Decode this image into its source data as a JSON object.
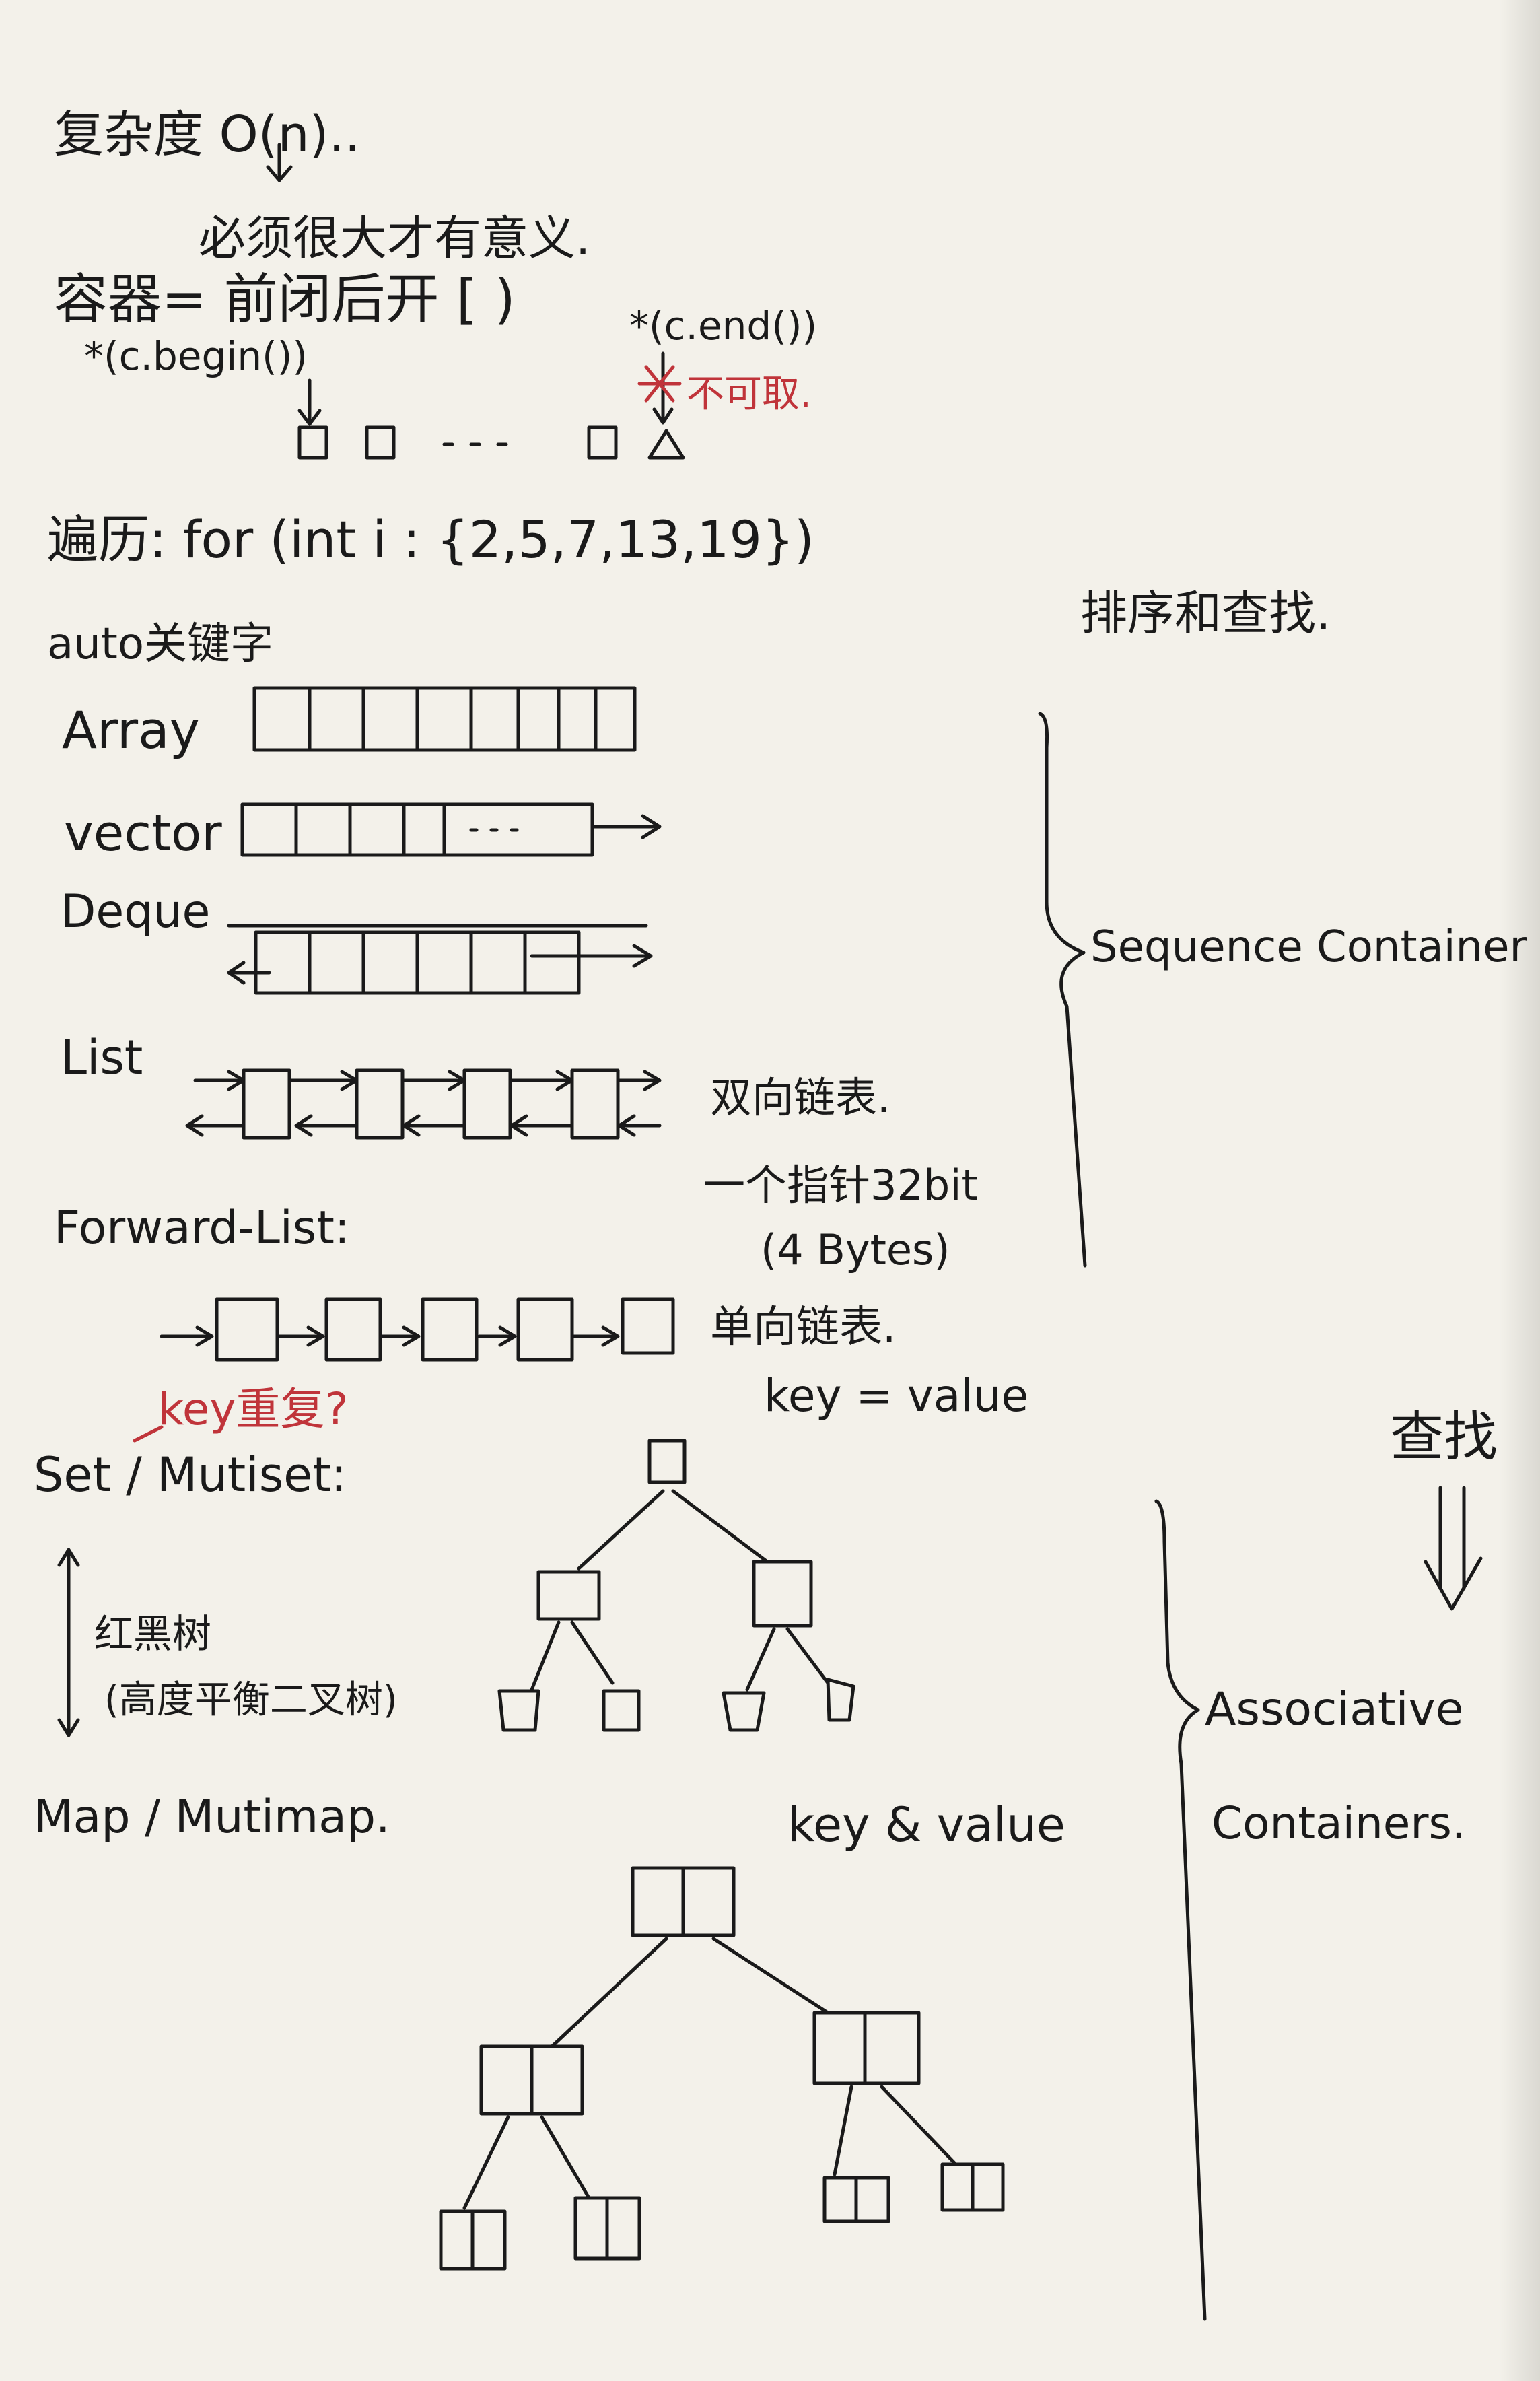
{
  "notes": {
    "complexity": "复杂度 O(n)..",
    "meaningful_note": "必须很大才有意义.",
    "container_range": "容器= 前闭后开 [ )",
    "begin_expr": "*(c.begin())",
    "end_expr": "*(c.end())",
    "not_accessible": "不可取.",
    "traversal": "遍历:  for (int i : {2,5,7,13,19})",
    "auto_keyword": "auto关键字",
    "sort_and_search": "排序和查找.",
    "array_label": "Array",
    "vector_label": "vector",
    "deque_label": "Deque",
    "list_label": "List",
    "doubly_linked": "双向链表.",
    "pointer_size": "一个指针32bit",
    "bytes_size": "(4 Bytes)",
    "forward_list_label": "Forward-List:",
    "singly_linked": "单向链表.",
    "key_duplicate": "key重复?",
    "key_equals_value": "key = value",
    "set_label": "Set / Mutiset:",
    "red_black_tree": "红黑树",
    "balanced_tree": "(高度平衡二叉树)",
    "map_label": "Map / Mutimap.",
    "key_and_value": "key & value",
    "sequence_container": "Sequence Container",
    "search": "查找",
    "associative_line1": "Associative",
    "associative_line2": "Containers."
  },
  "colors": {
    "ink": "#1a1a1a",
    "red_ink": "#c0343a",
    "paper": "#f3f1ea"
  }
}
